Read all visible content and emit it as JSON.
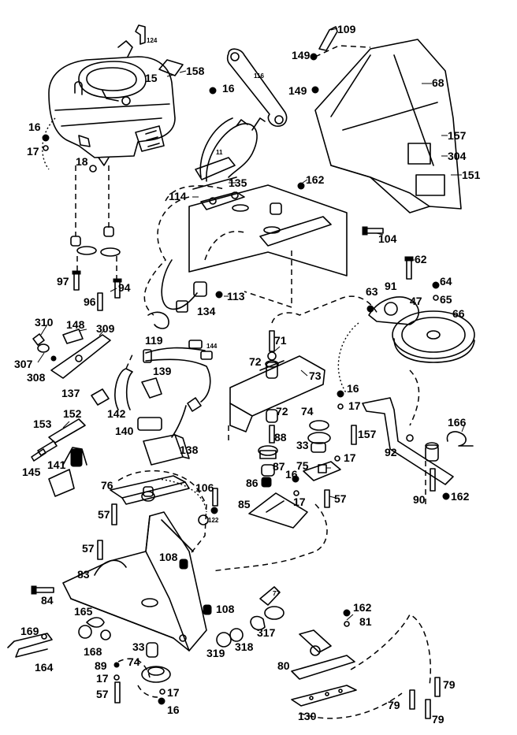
{
  "callouts": [
    {
      "id": "c109",
      "text": "109"
    },
    {
      "id": "c124",
      "text": "124"
    },
    {
      "id": "c158",
      "text": "158"
    },
    {
      "id": "c15",
      "text": "15"
    },
    {
      "id": "c149a",
      "text": "149"
    },
    {
      "id": "c149b",
      "text": "149"
    },
    {
      "id": "c116",
      "text": "116"
    },
    {
      "id": "c68",
      "text": "68"
    },
    {
      "id": "c16a",
      "text": "16"
    },
    {
      "id": "c16b",
      "text": "16"
    },
    {
      "id": "c17a",
      "text": "17"
    },
    {
      "id": "c18",
      "text": "18"
    },
    {
      "id": "c11",
      "text": "11"
    },
    {
      "id": "c157a",
      "text": "157"
    },
    {
      "id": "c304",
      "text": "304"
    },
    {
      "id": "c151",
      "text": "151"
    },
    {
      "id": "c114",
      "text": "114"
    },
    {
      "id": "c135",
      "text": "135"
    },
    {
      "id": "c162a",
      "text": "162"
    },
    {
      "id": "c104",
      "text": "104"
    },
    {
      "id": "c62",
      "text": "62"
    },
    {
      "id": "c64",
      "text": "64"
    },
    {
      "id": "c91",
      "text": "91"
    },
    {
      "id": "c63",
      "text": "63"
    },
    {
      "id": "c47",
      "text": "47"
    },
    {
      "id": "c65",
      "text": "65"
    },
    {
      "id": "c66",
      "text": "66"
    },
    {
      "id": "c97",
      "text": "97"
    },
    {
      "id": "c94",
      "text": "94"
    },
    {
      "id": "c96",
      "text": "96"
    },
    {
      "id": "c113",
      "text": "113"
    },
    {
      "id": "c134",
      "text": "134"
    },
    {
      "id": "c119",
      "text": "119"
    },
    {
      "id": "c310",
      "text": "310"
    },
    {
      "id": "c148",
      "text": "148"
    },
    {
      "id": "c309",
      "text": "309"
    },
    {
      "id": "c307",
      "text": "307"
    },
    {
      "id": "c308",
      "text": "308"
    },
    {
      "id": "c144",
      "text": "144"
    },
    {
      "id": "c71",
      "text": "71"
    },
    {
      "id": "c72a",
      "text": "72"
    },
    {
      "id": "c73",
      "text": "73"
    },
    {
      "id": "c139",
      "text": "139"
    },
    {
      "id": "c137",
      "text": "137"
    },
    {
      "id": "c16c",
      "text": "16"
    },
    {
      "id": "c17b",
      "text": "17"
    },
    {
      "id": "c142",
      "text": "142"
    },
    {
      "id": "c72b",
      "text": "72"
    },
    {
      "id": "c74a",
      "text": "74"
    },
    {
      "id": "c166",
      "text": "166"
    },
    {
      "id": "c153",
      "text": "153"
    },
    {
      "id": "c152",
      "text": "152"
    },
    {
      "id": "c140",
      "text": "140"
    },
    {
      "id": "c88",
      "text": "88"
    },
    {
      "id": "c157b",
      "text": "157"
    },
    {
      "id": "c92",
      "text": "92"
    },
    {
      "id": "c33a",
      "text": "33"
    },
    {
      "id": "c17c",
      "text": "17"
    },
    {
      "id": "c138",
      "text": "138"
    },
    {
      "id": "c145",
      "text": "145"
    },
    {
      "id": "c141",
      "text": "141"
    },
    {
      "id": "c87",
      "text": "87"
    },
    {
      "id": "c75",
      "text": "75"
    },
    {
      "id": "c16d",
      "text": "16"
    },
    {
      "id": "c86",
      "text": "86"
    },
    {
      "id": "c76",
      "text": "76"
    },
    {
      "id": "c106",
      "text": "106"
    },
    {
      "id": "c122",
      "text": "122"
    },
    {
      "id": "c17d",
      "text": "17"
    },
    {
      "id": "c57a",
      "text": "57"
    },
    {
      "id": "c90",
      "text": "90"
    },
    {
      "id": "c162b",
      "text": "162"
    },
    {
      "id": "c85",
      "text": "85"
    },
    {
      "id": "c57b",
      "text": "57"
    },
    {
      "id": "c57c",
      "text": "57"
    },
    {
      "id": "c108a",
      "text": "108"
    },
    {
      "id": "c83",
      "text": "83"
    },
    {
      "id": "c77",
      "text": "77"
    },
    {
      "id": "c84",
      "text": "84"
    },
    {
      "id": "c108b",
      "text": "108"
    },
    {
      "id": "c162c",
      "text": "162"
    },
    {
      "id": "c165",
      "text": "165"
    },
    {
      "id": "c81",
      "text": "81"
    },
    {
      "id": "c169",
      "text": "169"
    },
    {
      "id": "c317",
      "text": "317"
    },
    {
      "id": "c319",
      "text": "319"
    },
    {
      "id": "c318",
      "text": "318"
    },
    {
      "id": "c168",
      "text": "168"
    },
    {
      "id": "c33b",
      "text": "33"
    },
    {
      "id": "c164",
      "text": "164"
    },
    {
      "id": "c80",
      "text": "80"
    },
    {
      "id": "c89",
      "text": "89"
    },
    {
      "id": "c74b",
      "text": "74"
    },
    {
      "id": "c17e",
      "text": "17"
    },
    {
      "id": "c79a",
      "text": "79"
    },
    {
      "id": "c57d",
      "text": "57"
    },
    {
      "id": "c17f",
      "text": "17"
    },
    {
      "id": "c16e",
      "text": "16"
    },
    {
      "id": "c79b",
      "text": "79"
    },
    {
      "id": "c79c",
      "text": "79"
    },
    {
      "id": "c130",
      "text": "130"
    }
  ]
}
